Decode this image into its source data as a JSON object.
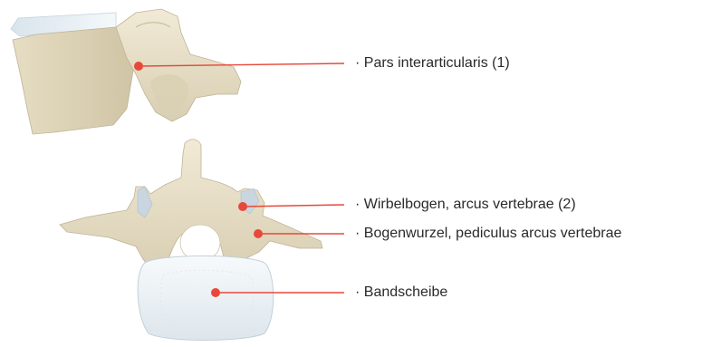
{
  "colors": {
    "leader_line": "#e8483a",
    "marker": "#e8483a",
    "bone": "#e9e1c9",
    "bone_shadow": "#c9bf9f",
    "disc": "#eef3f6",
    "label_text": "#2a2a2a"
  },
  "labels": {
    "pars": "· Pars interarticularis (1)",
    "arch": "· Wirbelbogen, arcus vertebrae (2)",
    "pedicle": "· Bogenwurzel, pediculus arcus vertebrae",
    "disc": "· Bandscheibe"
  }
}
